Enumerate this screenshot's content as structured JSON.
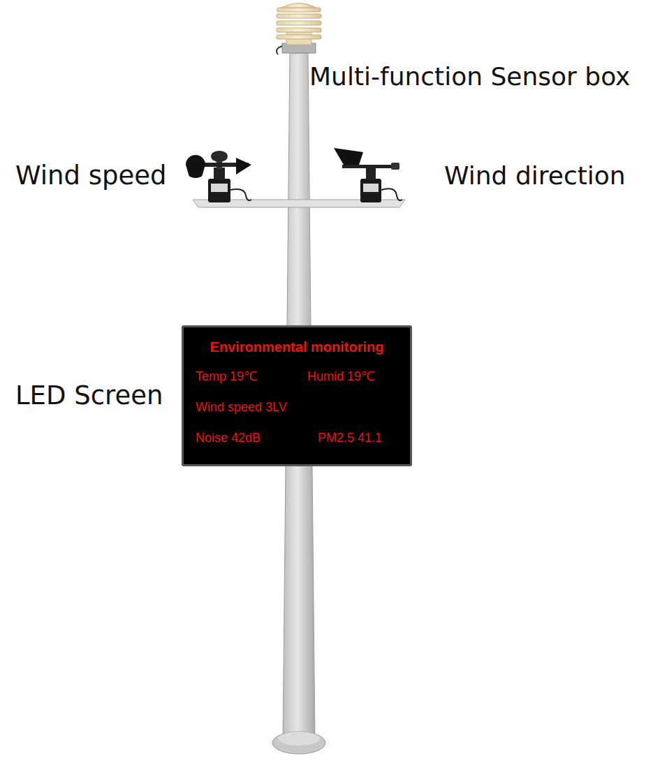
{
  "diagram": {
    "nodes": [
      {
        "text": [
          "Environmental monitoring",
          "Temp 19℃",
          "Humid 19℃",
          "Wind speed 3LV",
          "Noise 42dB",
          "PM2.5 41.1"
        ]
      }
    ],
    "labels": [
      "Multi-function Sensor box",
      "Wind speed",
      "Wind direction",
      "LED Screen"
    ]
  }
}
